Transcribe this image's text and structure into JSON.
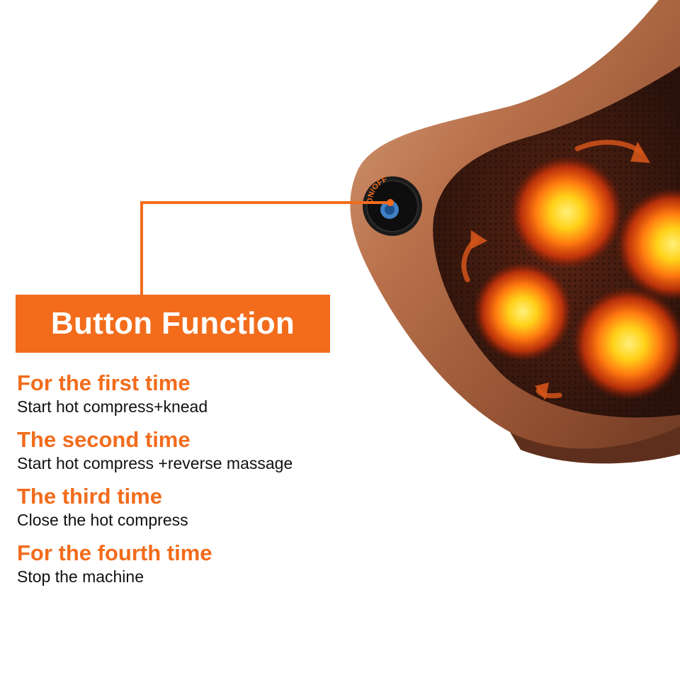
{
  "button_label": "ON/OFF",
  "title": "Button Function",
  "steps": [
    {
      "heading": "For the first time",
      "description": "Start hot compress+knead"
    },
    {
      "heading": "The second time",
      "description": "Start hot compress +reverse massage"
    },
    {
      "heading": "The third time",
      "description": "Close the hot compress"
    },
    {
      "heading": "For the fourth time",
      "description": "Stop the machine"
    }
  ],
  "colors": {
    "accent": "#f26c1c",
    "pillow_shell": "#a8633f",
    "pillow_mesh": "#3b1a10",
    "heat_glow": "#ffd21a"
  }
}
